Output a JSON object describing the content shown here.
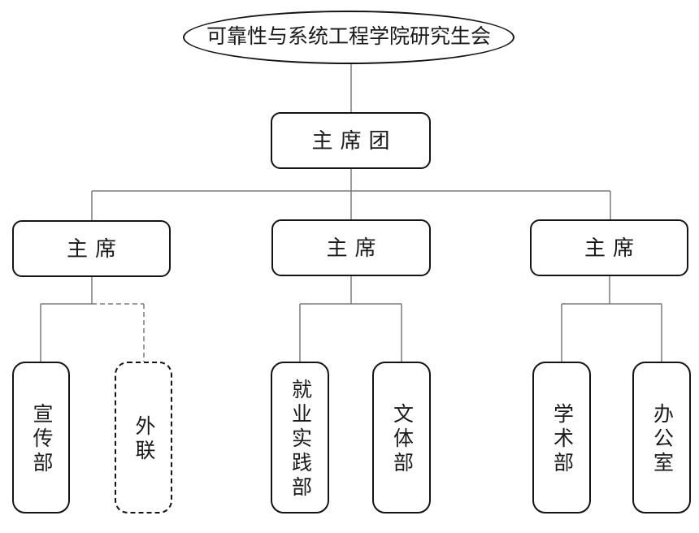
{
  "org_chart": {
    "root": {
      "label": "可靠性与系统工程学院研究生会"
    },
    "presidium": {
      "label": "主席团"
    },
    "chairs": [
      {
        "label": "主席"
      },
      {
        "label": "主席"
      },
      {
        "label": "主席"
      }
    ],
    "departments": [
      {
        "label": "宣传部",
        "border": "solid",
        "parent": "chair-1"
      },
      {
        "label": "外联",
        "border": "dashed",
        "parent": "chair-1"
      },
      {
        "label": "就业实践部",
        "border": "solid",
        "parent": "chair-2"
      },
      {
        "label": "文体部",
        "border": "solid",
        "parent": "chair-2"
      },
      {
        "label": "学术部",
        "border": "solid",
        "parent": "chair-3"
      },
      {
        "label": "办公室",
        "border": "solid",
        "parent": "chair-3"
      }
    ],
    "colors": {
      "node_border": "#141414",
      "connector": "#7a7a7a",
      "text": "#1a1a1a",
      "background": "#ffffff"
    }
  }
}
